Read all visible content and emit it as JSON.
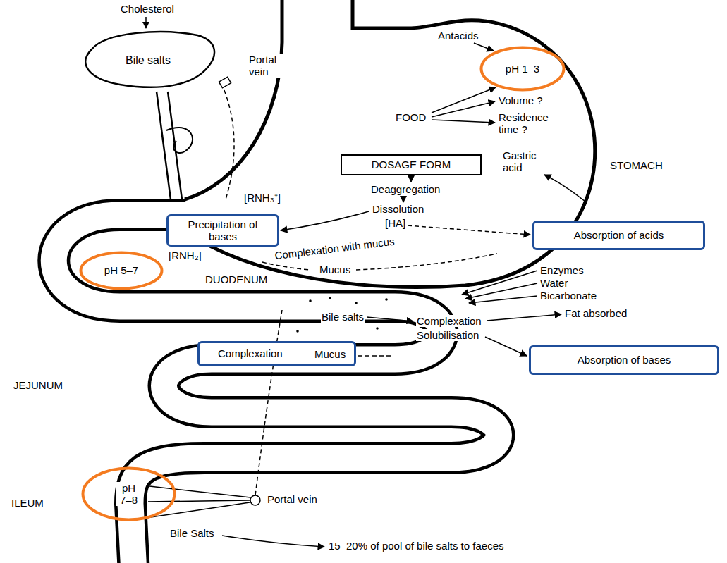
{
  "diagram": {
    "nodes": [
      {
        "text": [
          "Bile salts"
        ]
      },
      {
        "text": [
          "pH 1–3"
        ]
      },
      {
        "text": [
          "DOSAGE FORM"
        ]
      },
      {
        "text": [
          "Precipitation of bases"
        ]
      },
      {
        "text": [
          "Absorption of acids"
        ]
      },
      {
        "text": [
          "pH 5–7"
        ]
      },
      {
        "text": [
          "Complexation"
        ]
      },
      {
        "text": [
          "Absorption of bases"
        ]
      },
      {
        "text": [
          "pH 7–8"
        ]
      }
    ],
    "labels": [
      "Cholesterol",
      "Portal vein",
      "Antacids",
      "Volume ?",
      "FOOD",
      "Residence time ?",
      "STOMACH",
      "Deaggregation",
      "Gastric acid",
      "[RNH₃⁺]",
      "Dissolution",
      "[HA]",
      "Complexation with mucus",
      "Mucus",
      "[RNH₂]",
      "Enzymes",
      "Water",
      "Bicarbonate",
      "DUODENUM",
      "Fat absorbed",
      "Bile salts",
      "Complexation",
      "Solubilisation",
      "Mucus",
      "JEJUNUM",
      "ILEUM",
      "Portal vein",
      "Bile Salts",
      "15–20% of pool of bile salts to faeces"
    ]
  }
}
